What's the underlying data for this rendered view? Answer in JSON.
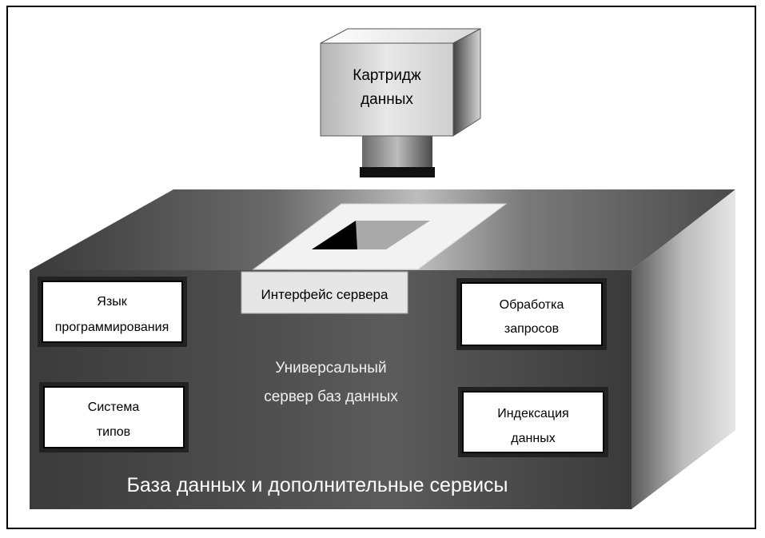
{
  "diagram": {
    "cartridge": {
      "line1": "Картридж",
      "line2": "данных"
    },
    "server_interface": "Интерфейс сервера",
    "universal_server": {
      "line1": "Универсальный",
      "line2": "сервер баз данных"
    },
    "base_caption": "База данных и дополнительные сервисы",
    "left_boxes": [
      {
        "line1": "Язык",
        "line2": "программирования"
      },
      {
        "line1": "Система",
        "line2": "типов"
      }
    ],
    "right_boxes": [
      {
        "line1": "Обработка",
        "line2": "запросов"
      },
      {
        "line1": "Индексация",
        "line2": "данных"
      }
    ]
  }
}
